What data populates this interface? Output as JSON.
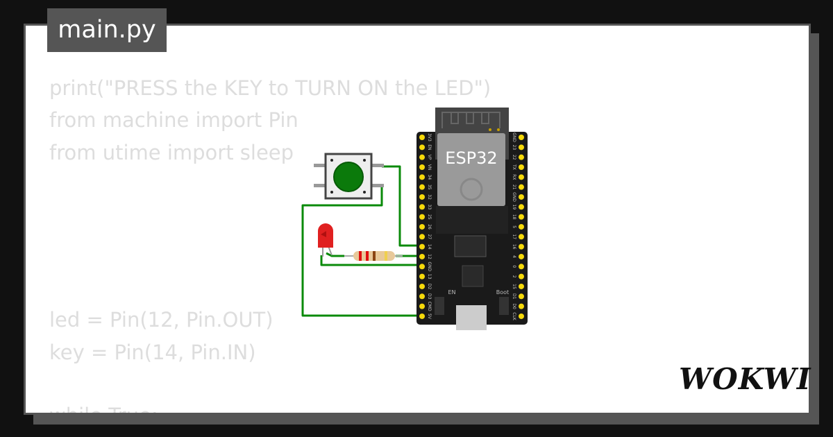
{
  "tab": {
    "filename": "main.py"
  },
  "code": {
    "lines": [
      "print(\"PRESS the KEY to TURN ON the LED\")",
      "from machine import Pin",
      "from utime import sleep",
      "led = Pin(12, Pin.OUT)",
      "key = Pin(14, Pin.IN)",
      "while True:"
    ]
  },
  "board": {
    "chip_label": "ESP32",
    "left_pins": [
      "3V3",
      "EN",
      "VP",
      "VN",
      "34",
      "35",
      "32",
      "33",
      "25",
      "26",
      "27",
      "14",
      "12",
      "GND",
      "13",
      "D2",
      "D3",
      "CMD",
      "5V"
    ],
    "right_pins": [
      "GND",
      "23",
      "22",
      "TX",
      "RX",
      "21",
      "GND",
      "19",
      "18",
      "5",
      "17",
      "16",
      "4",
      "0",
      "2",
      "15",
      "D1",
      "D0",
      "CLK"
    ],
    "en_label": "EN",
    "boot_label": "Boot"
  },
  "colors": {
    "wire": "#0a8a0a",
    "pin": "#f5d90a",
    "button": "#0b7a0b",
    "led": "#e02020",
    "board": "#1a1a1a"
  },
  "logo": {
    "text": "WOKWI"
  }
}
